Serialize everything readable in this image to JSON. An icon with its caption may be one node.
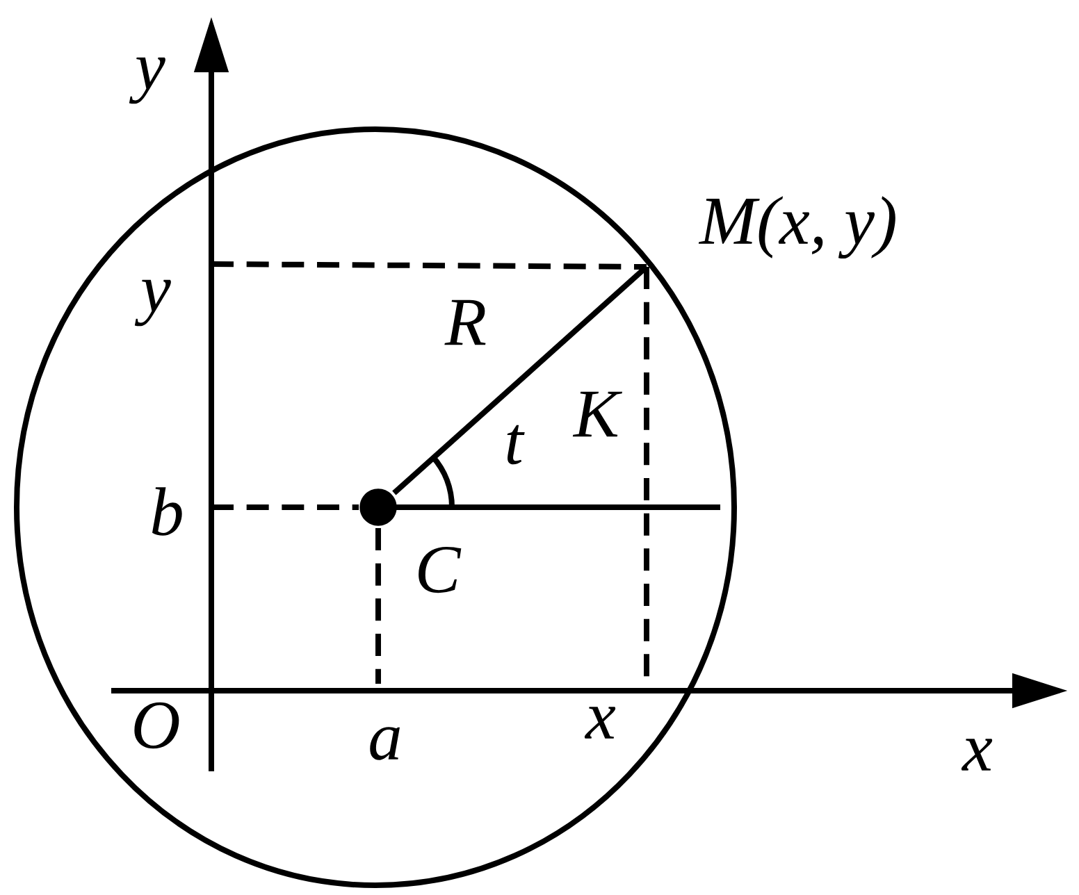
{
  "diagram": {
    "nodes": [
      {
        "text": [],
        "shape": "circle",
        "beside": [
          "*C*"
        ]
      },
      {
        "text": [
          "*M*(*x*, *y*)"
        ]
      }
    ],
    "edges": [
      {
        "from": 0,
        "to": 1,
        "arrow": "none",
        "label": "*R*"
      }
    ],
    "labels": [
      "*y*",
      "*y*",
      "*t*",
      "*K*",
      "*b*",
      "*O*",
      "*a*",
      "*x*",
      "*x*"
    ]
  }
}
